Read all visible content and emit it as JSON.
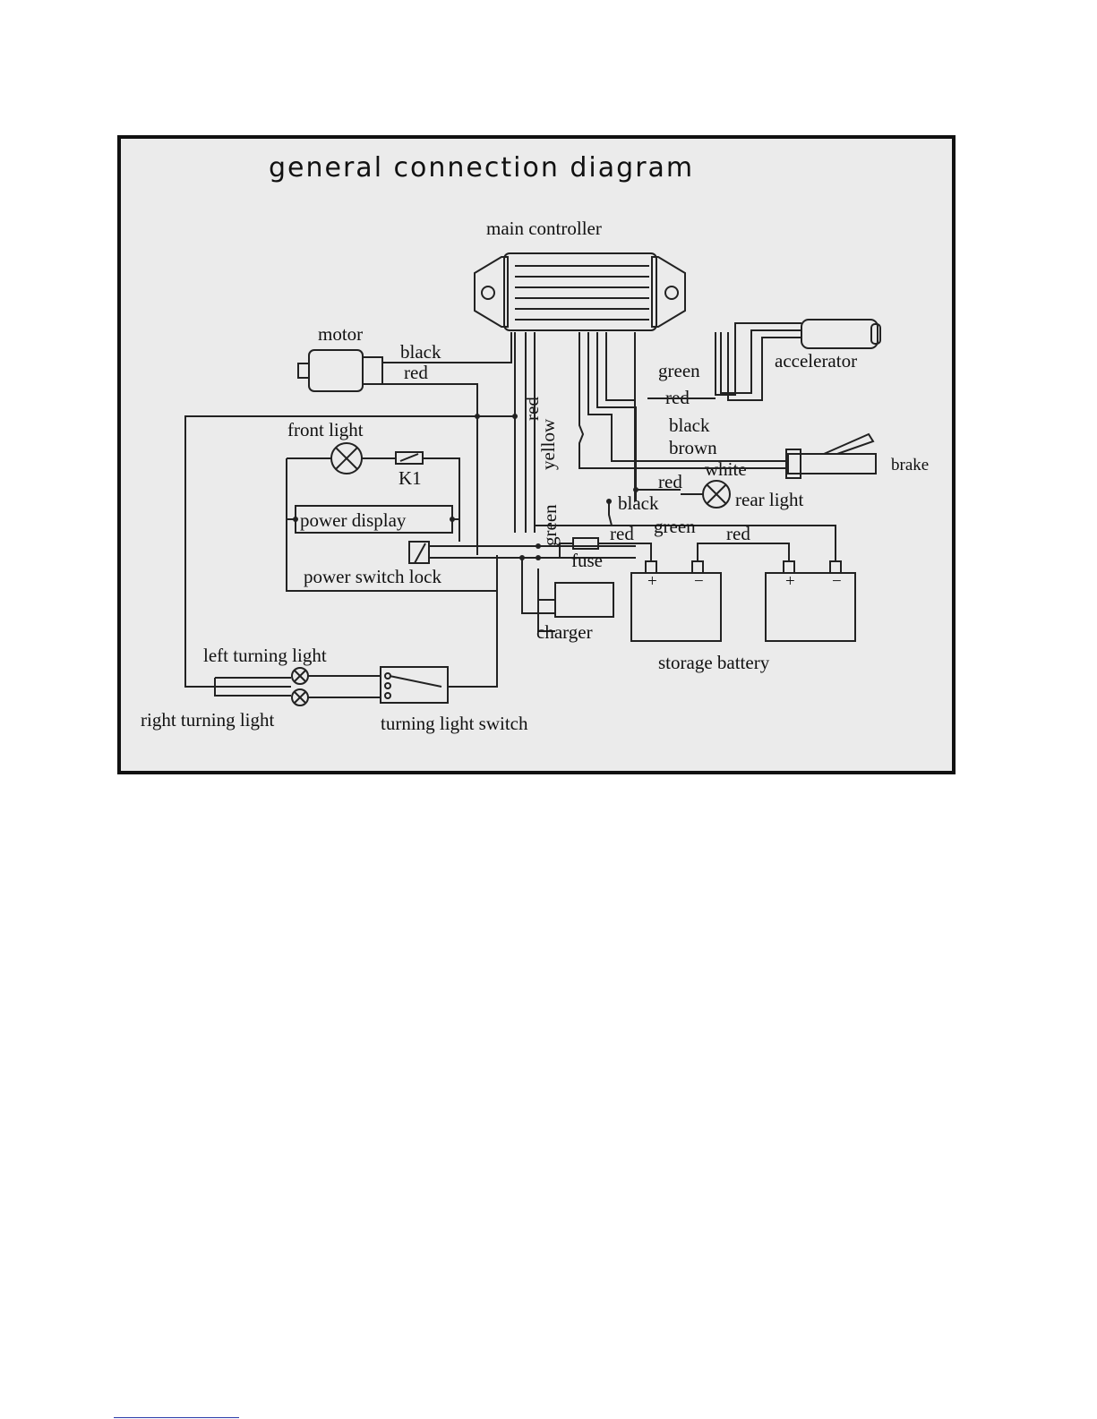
{
  "title": "general connection diagram",
  "labels": {
    "main_controller": "main controller",
    "motor": "motor",
    "accelerator": "accelerator",
    "front_light": "front light",
    "k1": "K1",
    "power_display": "power display",
    "power_switch_lock": "power switch lock",
    "fuse": "fuse",
    "charger": "charger",
    "storage_battery": "storage battery",
    "rear_light": "rear light",
    "brake": "brake",
    "left_turning_light": "left turning light",
    "right_turning_light": "right turning light",
    "turning_light_switch": "turning light switch"
  },
  "wires": {
    "motor_black": "black",
    "motor_red": "red",
    "vertical_green": "green",
    "vertical_red": "red",
    "vertical_yellow": "yellow",
    "acc_green": "green",
    "acc_red": "red",
    "black": "black",
    "brown": "brown",
    "white": "white",
    "rear_red": "red",
    "rear_black": "black",
    "green": "green",
    "fuse_red": "red",
    "battery_red": "red"
  },
  "battery_terminals": {
    "plus": "+",
    "minus": "−"
  }
}
